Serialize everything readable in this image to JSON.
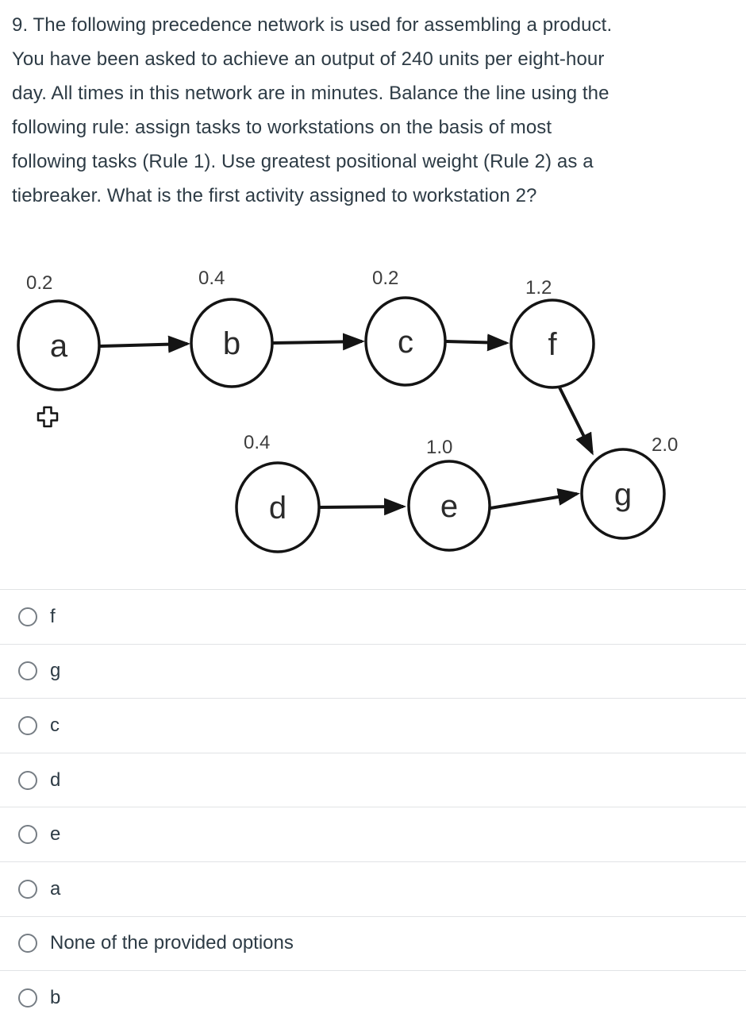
{
  "question": {
    "lines": [
      "9. The following precedence network is used for assembling a product.",
      "You have been asked to achieve an output of 240 units per eight-hour",
      "day. All times in this network are in minutes. Balance the line using the",
      "following rule: assign tasks to workstations on the basis of most",
      "following tasks (Rule 1). Use greatest positional weight (Rule 2) as a",
      "tiebreaker. What is the first activity assigned to workstation 2?"
    ]
  },
  "diagram": {
    "nodes": [
      {
        "id": "a",
        "time": "0.2"
      },
      {
        "id": "b",
        "time": "0.4"
      },
      {
        "id": "c",
        "time": "0.2"
      },
      {
        "id": "f",
        "time": "1.2"
      },
      {
        "id": "d",
        "time": "0.4"
      },
      {
        "id": "e",
        "time": "1.0"
      },
      {
        "id": "g",
        "time": "2.0"
      }
    ],
    "edges": [
      "a→b",
      "b→c",
      "c→f",
      "f→g",
      "d→e",
      "e→g"
    ]
  },
  "options": [
    {
      "label": "f"
    },
    {
      "label": "g"
    },
    {
      "label": "c"
    },
    {
      "label": "d"
    },
    {
      "label": "e"
    },
    {
      "label": "a"
    },
    {
      "label": "None of the provided options"
    },
    {
      "label": "b"
    }
  ],
  "colors": {
    "text": "#2d3b45",
    "divider": "#e1e3e5",
    "diagram_ink": "#141414"
  }
}
